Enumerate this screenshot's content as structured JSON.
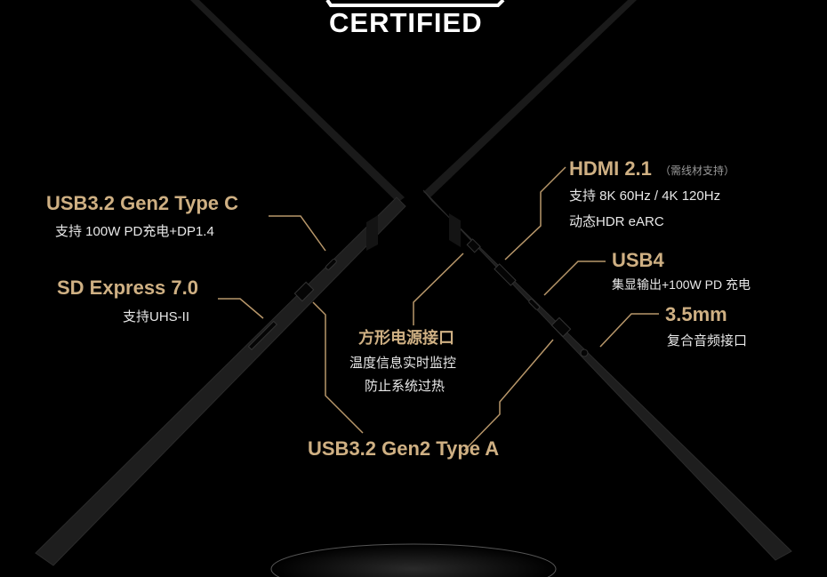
{
  "header": {
    "badge_text": "CERTIFIED"
  },
  "ports": {
    "usbc": {
      "title": "USB3.2 Gen2 Type C",
      "desc": "支持 100W PD充电+DP1.4"
    },
    "sd": {
      "title": "SD Express 7.0",
      "desc": "支持UHS-II"
    },
    "power": {
      "title": "方形电源接口",
      "desc1": "温度信息实时监控",
      "desc2": "防止系统过热"
    },
    "usba": {
      "title": "USB3.2 Gen2 Type A"
    },
    "hdmi": {
      "title": "HDMI 2.1",
      "note": "（需线材支持）",
      "desc1": "支持 8K 60Hz / 4K 120Hz",
      "desc2": "动态HDR eARC"
    },
    "usb4": {
      "title": "USB4",
      "desc": "集显输出+100W PD 充电"
    },
    "audio": {
      "title": "3.5mm",
      "desc": "复合音频接口"
    }
  },
  "colors": {
    "accent": "#cfb083",
    "background": "#000000"
  }
}
